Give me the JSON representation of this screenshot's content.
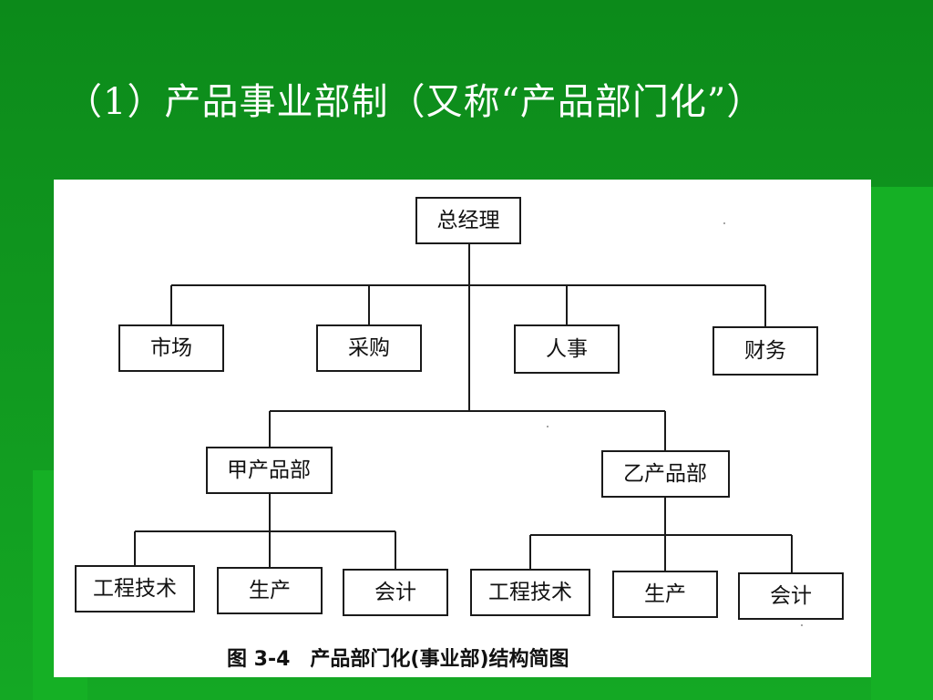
{
  "slide": {
    "title": "（1）产品事业部制（又称“产品部门化”）"
  },
  "figure": {
    "caption": "图 3-4　产品部门化(事业部)结构简图"
  },
  "org": {
    "root": "总经理",
    "functions": [
      "市场",
      "采购",
      "人事",
      "财务"
    ],
    "divisions": [
      {
        "name": "甲产品部",
        "units": [
          "工程技术",
          "生产",
          "会计"
        ]
      },
      {
        "name": "乙产品部",
        "units": [
          "工程技术",
          "生产",
          "会计"
        ]
      }
    ]
  }
}
